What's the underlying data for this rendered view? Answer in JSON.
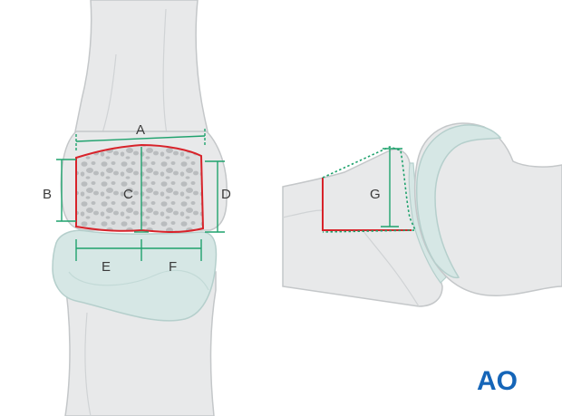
{
  "labels": {
    "a": "A",
    "b": "B",
    "c": "C",
    "d": "D",
    "e": "E",
    "f": "F",
    "g": "G"
  },
  "logo": "AO",
  "colors": {
    "bone_fill": "#e8e9ea",
    "bone_outline": "#c4c7c9",
    "cartilage": "#d6e7e5",
    "cancellous": "#c9cbcd",
    "graft_outline": "#d8232a",
    "measure_line": "#1fa26d",
    "brand": "#1565b8"
  }
}
